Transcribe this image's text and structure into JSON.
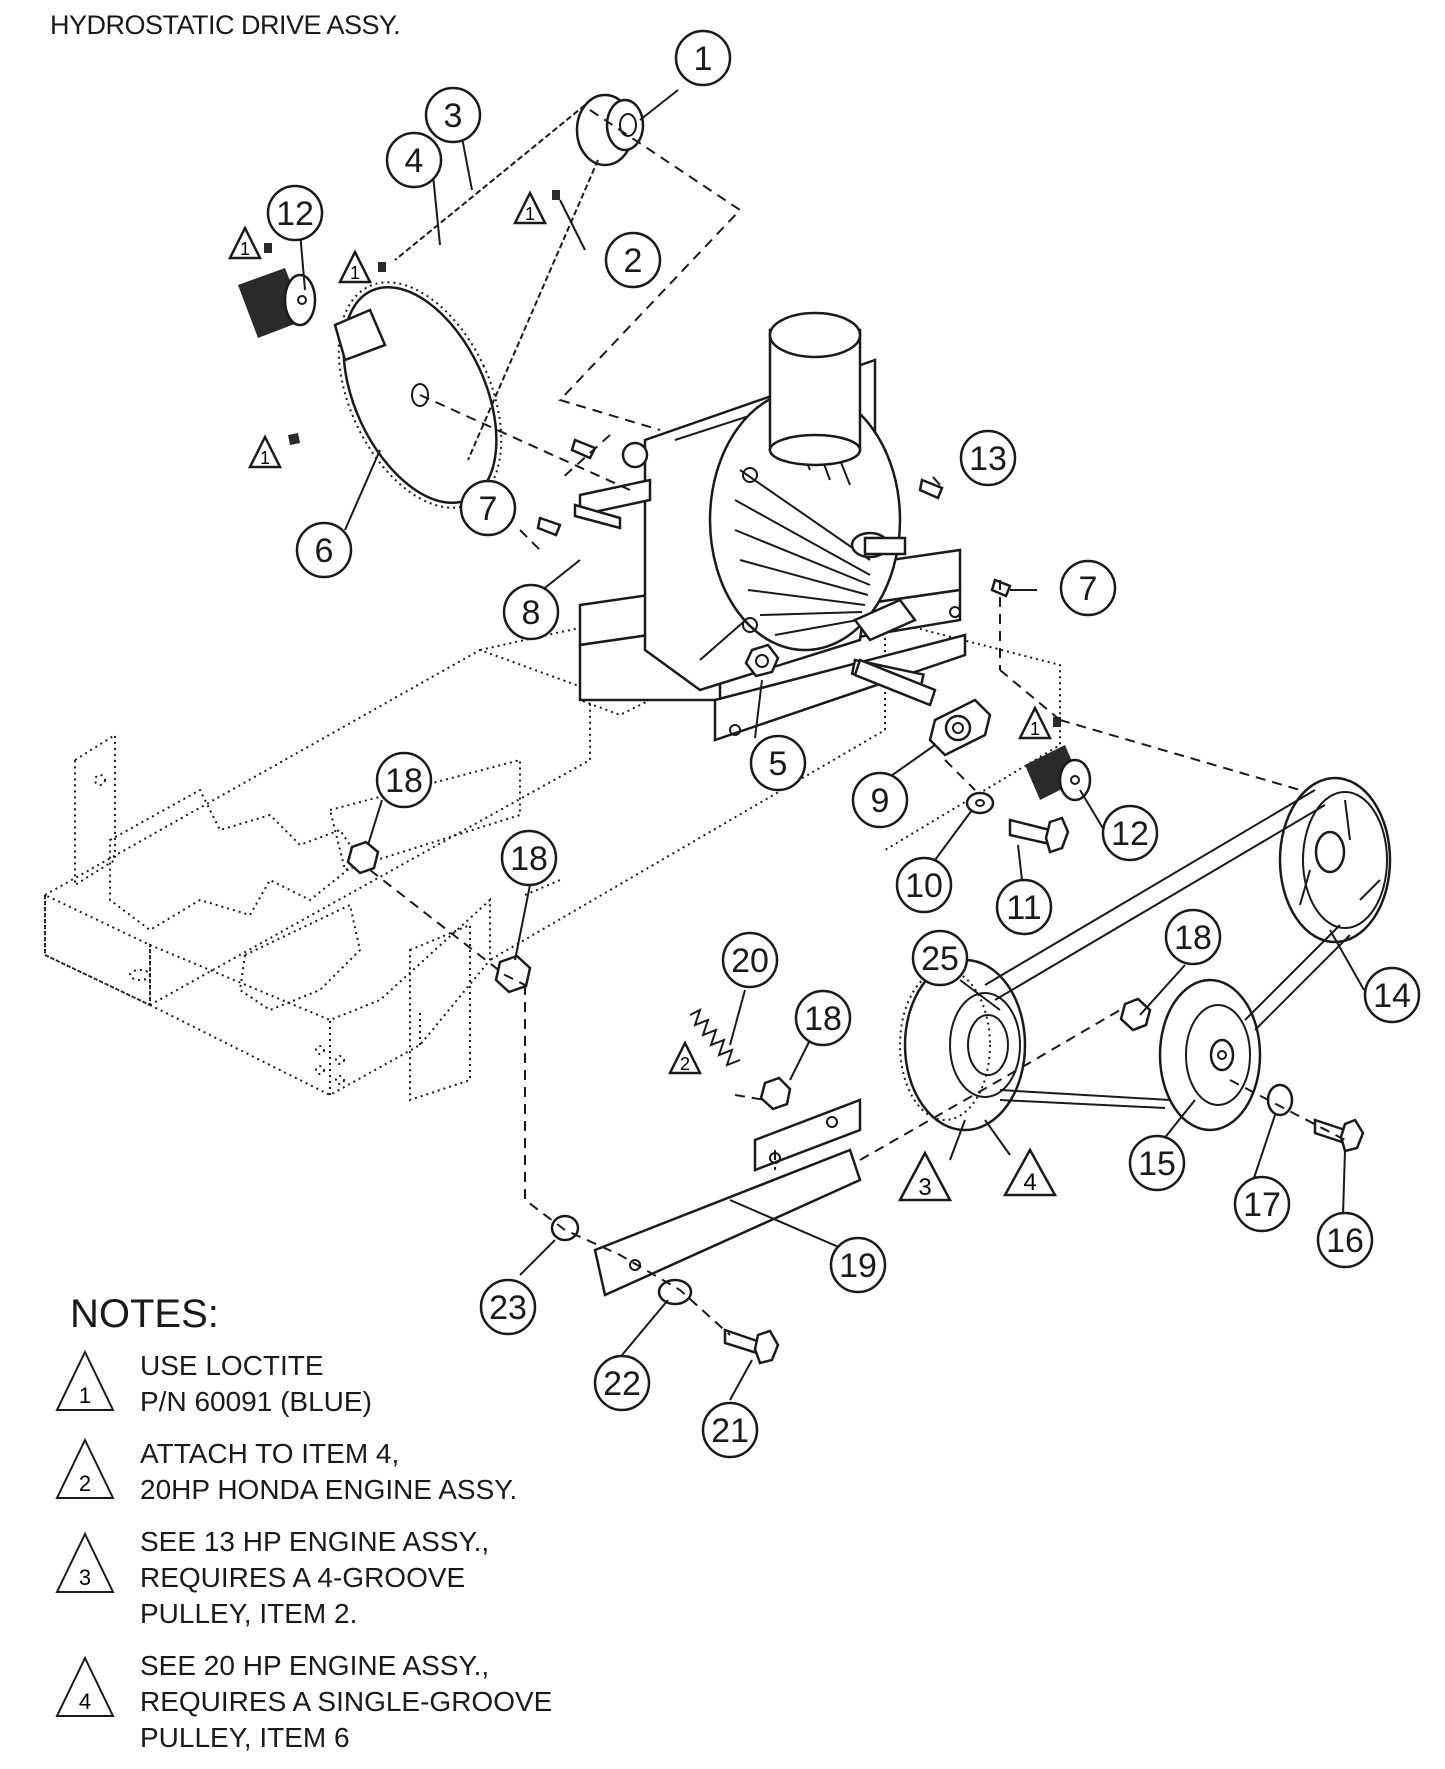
{
  "title": "HYDROSTATIC DRIVE ASSY.",
  "callouts": [
    "1",
    "2",
    "3",
    "4",
    "5",
    "6",
    "7",
    "7",
    "8",
    "9",
    "10",
    "11",
    "12",
    "12",
    "13",
    "14",
    "15",
    "16",
    "17",
    "18",
    "18",
    "18",
    "18",
    "19",
    "20",
    "21",
    "22",
    "23",
    "25"
  ],
  "flags": [
    "1",
    "1",
    "1",
    "1",
    "1",
    "2",
    "3",
    "4"
  ],
  "notes": {
    "heading": "NOTES:",
    "items": [
      {
        "flag": "1",
        "lines": [
          "USE LOCTITE",
          "P/N 60091 (BLUE)"
        ]
      },
      {
        "flag": "2",
        "lines": [
          "ATTACH TO ITEM 4,",
          "20HP HONDA ENGINE ASSY."
        ]
      },
      {
        "flag": "3",
        "lines": [
          "SEE 13 HP ENGINE ASSY.,",
          "REQUIRES A 4-GROOVE",
          "PULLEY, ITEM 2."
        ]
      },
      {
        "flag": "4",
        "lines": [
          "SEE 20 HP ENGINE ASSY.,",
          "REQUIRES A SINGLE-GROOVE",
          "PULLEY, ITEM 6"
        ]
      }
    ]
  }
}
